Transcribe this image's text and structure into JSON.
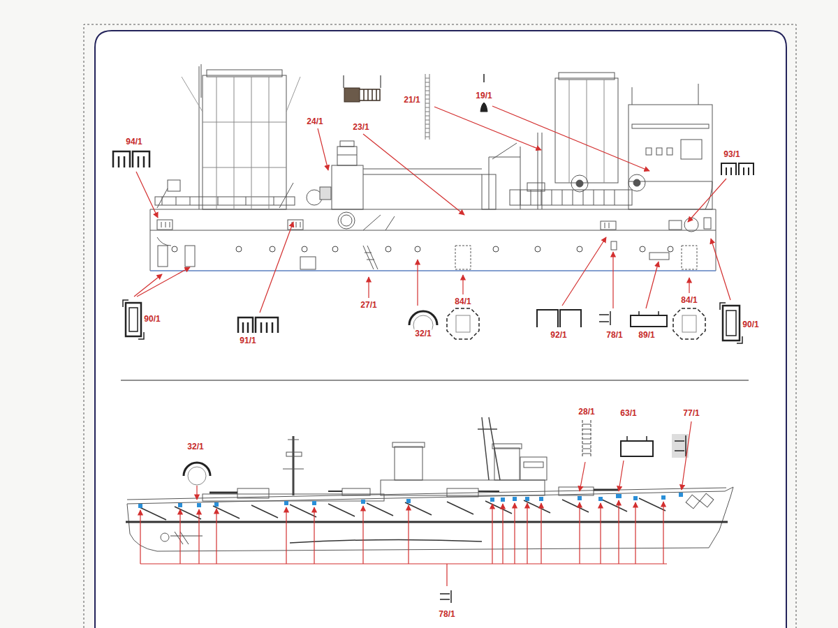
{
  "diagram": {
    "labels": [
      "94/1",
      "24/1",
      "23/1",
      "21/1",
      "19/1",
      "93/1",
      "90/1",
      "91/1",
      "27/1",
      "32/1",
      "84/1",
      "92/1",
      "78/1",
      "89/1",
      "84/1",
      "90/1",
      "32/1",
      "28/1",
      "63/1",
      "77/1",
      "78/1"
    ]
  }
}
